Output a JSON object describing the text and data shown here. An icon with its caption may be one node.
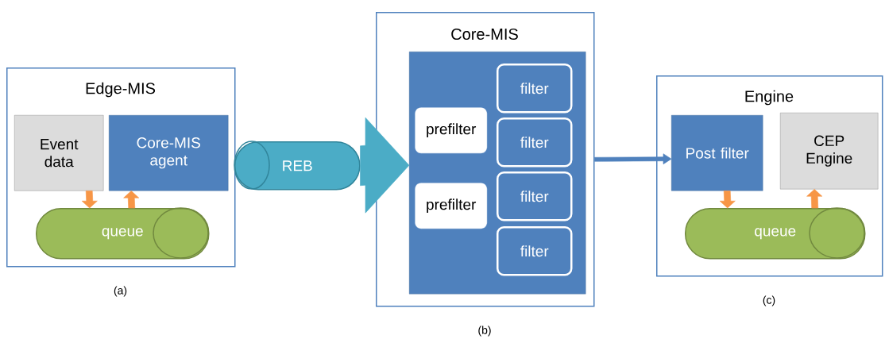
{
  "diagram": {
    "nodes": [
      {
        "text": [
          "Edge-MIS"
        ],
        "beside": [
          "(a)"
        ]
      },
      {
        "text": [
          "Event data"
        ],
        "in": 0
      },
      {
        "text": [
          "Core-MIS agent"
        ],
        "in": 0
      },
      {
        "text": [
          "queue"
        ],
        "in": 0
      },
      {
        "text": [
          "REB"
        ]
      },
      {
        "text": [
          "Core-MIS"
        ],
        "beside": [
          "(b)"
        ]
      },
      {
        "text": [],
        "shape": "box",
        "in": 5
      },
      {
        "text": [
          "prefilter"
        ],
        "in": 6
      },
      {
        "text": [
          "prefilter"
        ],
        "in": 6
      },
      {
        "text": [
          "filter"
        ],
        "in": 6
      },
      {
        "text": [
          "filter"
        ],
        "in": 6
      },
      {
        "text": [
          "filter"
        ],
        "in": 6
      },
      {
        "text": [
          "filter"
        ],
        "in": 6
      },
      {
        "text": [
          "Engine"
        ],
        "beside": [
          "(c)"
        ]
      },
      {
        "text": [
          "Post filter"
        ],
        "in": 13
      },
      {
        "text": [
          "CEP Engine"
        ],
        "in": 13
      },
      {
        "text": [
          "queue"
        ],
        "in": 13
      }
    ],
    "edges": [
      {
        "from": 1,
        "to": 3,
        "arrow": "to"
      },
      {
        "from": 3,
        "to": 2,
        "arrow": "to"
      },
      {
        "from": 4,
        "to": 6,
        "arrow": "to",
        "style": "thick",
        "color": "#4bacc6"
      },
      {
        "from": 5,
        "to": 14,
        "arrow": "to",
        "color": "#4f81bd"
      },
      {
        "from": 14,
        "to": 16,
        "arrow": "to"
      },
      {
        "from": 16,
        "to": 15,
        "arrow": "to"
      }
    ]
  }
}
